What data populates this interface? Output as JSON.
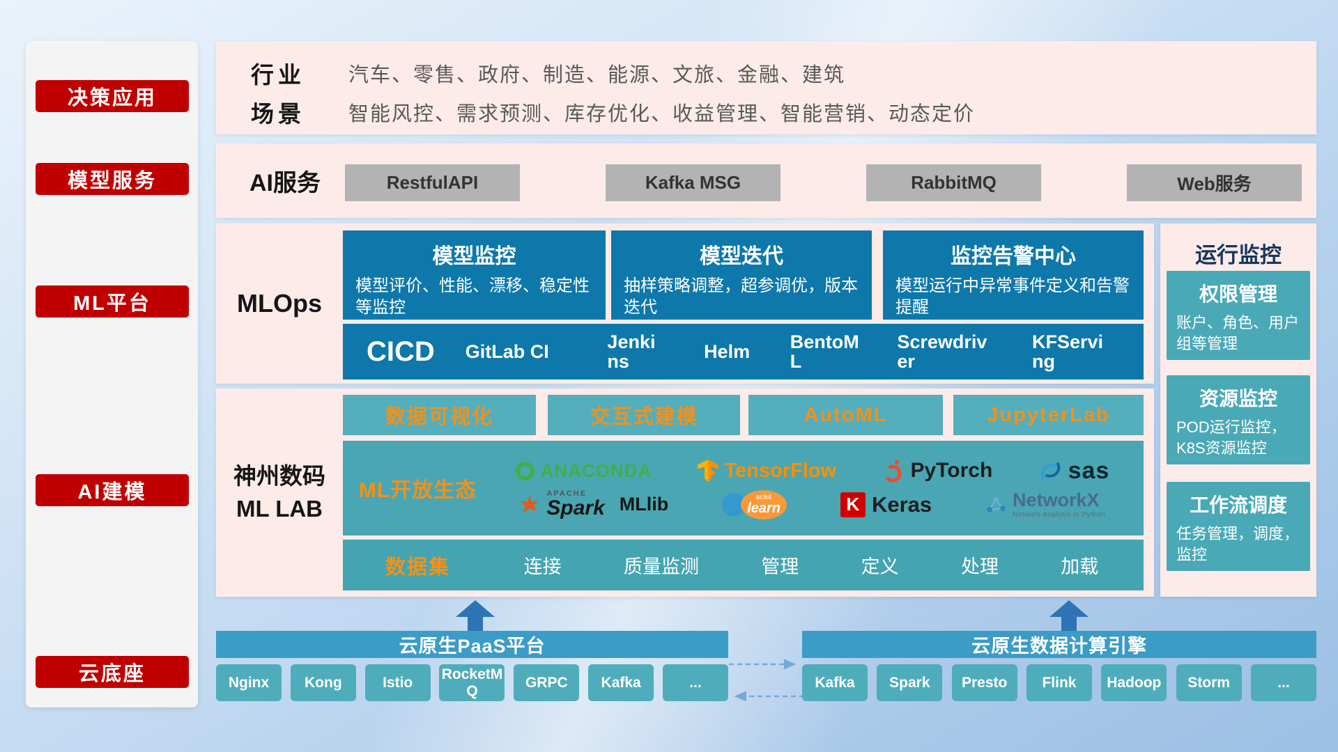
{
  "colors": {
    "red": "#c00000",
    "pink_panel": "#fcebe9",
    "blue_card": "#0e78ab",
    "teal": "#4aa9b6",
    "orange_accent": "#f39119",
    "bar_blue": "#3b9cc6",
    "arrow_blue": "#2e74b5",
    "gray_button": "#b3b3b3"
  },
  "sidebar": {
    "items": [
      {
        "label": "决策应用"
      },
      {
        "label": "模型服务"
      },
      {
        "label": "ML平台"
      },
      {
        "label": "AI建模"
      },
      {
        "label": "云底座"
      }
    ]
  },
  "industry": {
    "rows": [
      {
        "label": "行业",
        "value": "汽车、零售、政府、制造、能源、文旅、金融、建筑"
      },
      {
        "label": "场景",
        "value": "智能风控、需求预测、库存优化、收益管理、智能营销、动态定价"
      }
    ]
  },
  "ai_service": {
    "label": "AI服务",
    "items": [
      "RestfulAPI",
      "Kafka MSG",
      "RabbitMQ",
      "Web服务"
    ]
  },
  "mlops": {
    "label": "MLOps",
    "cards": [
      {
        "title": "模型监控",
        "desc": "模型评价、性能、漂移、稳定性等监控"
      },
      {
        "title": "模型迭代",
        "desc": "抽样策略调整，超参调优，版本迭代"
      },
      {
        "title": "监控告警中心",
        "desc": "模型运行中异常事件定义和告警提醒"
      }
    ],
    "cicd_label": "CICD",
    "cicd_items": [
      "GitLab CI",
      "Jenkins",
      "Helm",
      "BentoML",
      "Screwdriver",
      "KFServing"
    ]
  },
  "monitoring": {
    "title": "运行监控",
    "cards": [
      {
        "title": "权限管理",
        "desc": "账户、角色、用户组等管理"
      },
      {
        "title": "资源监控",
        "desc": "POD运行监控，K8S资源监控"
      },
      {
        "title": "工作流调度",
        "desc": "任务管理，调度，监控"
      }
    ]
  },
  "mllab": {
    "label_line1": "神州数码",
    "label_line2": "ML LAB",
    "tools": [
      "数据可视化",
      "交互式建模",
      "AutoML",
      "JupyterLab"
    ],
    "ecosystem_label": "ML开放生态",
    "logos": {
      "anaconda": "ANACONDA",
      "tensorflow": "TensorFlow",
      "pytorch": "PyTorch",
      "sas": "sas",
      "apache": "APACHE",
      "spark": "Spark",
      "mllib": "MLlib",
      "scikit": "scikit",
      "learn": "learn",
      "keras_k": "K",
      "keras": "Keras",
      "networkx": "NetworkX",
      "networkx_sub": "Network Analysis in Python"
    },
    "dataset_label": "数据集",
    "dataset_items": [
      "连接",
      "质量监测",
      "管理",
      "定义",
      "处理",
      "加载"
    ]
  },
  "cloud": {
    "paas_title": "云原生PaaS平台",
    "paas_items": [
      "Nginx",
      "Kong",
      "Istio",
      "RocketMQ",
      "GRPC",
      "Kafka",
      "..."
    ],
    "engine_title": "云原生数据计算引擎",
    "engine_items": [
      "Kafka",
      "Spark",
      "Presto",
      "Flink",
      "Hadoop",
      "Storm",
      "..."
    ]
  }
}
